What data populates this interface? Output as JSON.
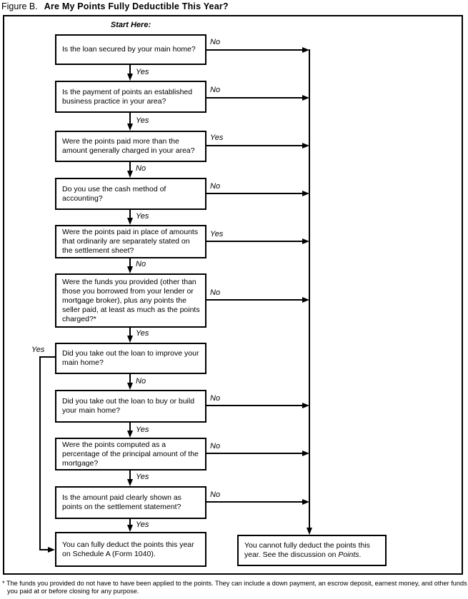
{
  "colors": {
    "ink": "#000000",
    "paper": "#ffffff"
  },
  "title": {
    "prefix": "Figure B.",
    "main": "Are My Points Fully Deductible This Year?"
  },
  "start_label": "Start Here:",
  "nodes": [
    {
      "text": "Is the loan secured by your main home?",
      "right_label": "No",
      "down_label": "Yes"
    },
    {
      "text": "Is the payment of points an established business practice in your area?",
      "right_label": "No",
      "down_label": "Yes"
    },
    {
      "text": "Were the points paid more than the amount generally charged in your area?",
      "right_label": "Yes",
      "down_label": "No"
    },
    {
      "text": "Do you use the cash method of accounting?",
      "right_label": "No",
      "down_label": "Yes"
    },
    {
      "text": "Were the points paid in place of amounts that ordinarily are separately stated on the settlement sheet?",
      "right_label": "Yes",
      "down_label": "No"
    },
    {
      "text": "Were the funds you provided (other than those you borrowed from your lender or mortgage broker), plus any points the seller paid, at least as much as the points charged?*",
      "right_label": "No",
      "down_label": "Yes"
    },
    {
      "text": "Did you take out the loan to improve your main home?",
      "left_label": "Yes",
      "down_label": "No"
    },
    {
      "text": "Did you take out the loan to buy or build your main home?",
      "right_label": "No",
      "down_label": "Yes"
    },
    {
      "text": "Were the points computed as a percentage of the principal amount of the mortgage?",
      "right_label": "No",
      "down_label": "Yes"
    },
    {
      "text": "Is the amount paid clearly shown as points on the settlement statement?",
      "right_label": "No",
      "down_label": "Yes"
    }
  ],
  "results": {
    "deduct": {
      "text": "You can fully deduct the points this year on Schedule A (Form 1040)."
    },
    "not_deduct": {
      "text_before": "You cannot fully deduct the points this year. See the discussion on ",
      "italic_term": "Points",
      "text_after": "."
    }
  },
  "footnote": "* The funds you provided do not have to have been applied to the points. They can include a down payment, an escrow deposit, earnest money, and other funds you paid at or before closing for any purpose."
}
